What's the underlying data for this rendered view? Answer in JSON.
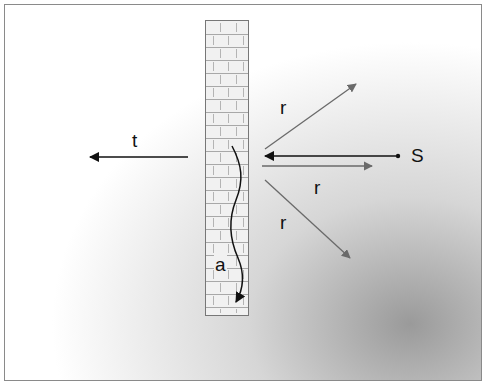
{
  "diagram": {
    "labels": [
      "t",
      "r",
      "r",
      "r",
      "a",
      "S"
    ]
  }
}
